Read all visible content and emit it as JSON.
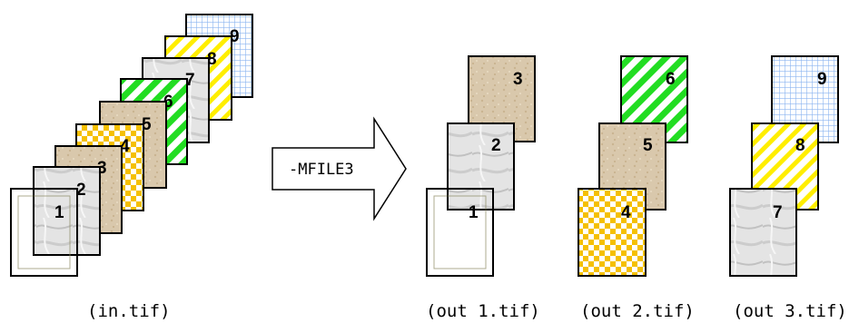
{
  "input": {
    "caption": "(in.tif)",
    "pages": [
      "1",
      "2",
      "3",
      "4",
      "5",
      "6",
      "7",
      "8",
      "9"
    ]
  },
  "arrow": {
    "label": "-MFILE3"
  },
  "outputs": [
    {
      "caption": "(out 1.tif)",
      "pages": [
        "1",
        "2",
        "3"
      ]
    },
    {
      "caption": "(out 2.tif)",
      "pages": [
        "4",
        "5",
        "6"
      ]
    },
    {
      "caption": "(out 3.tif)",
      "pages": [
        "7",
        "8",
        "9"
      ]
    }
  ],
  "colors": {
    "gold": "#f5c000",
    "green": "#22dd22",
    "yellow": "#ffee00",
    "grid_blue": "#8ab4f0",
    "paper_tan": "#d8c7ab",
    "marble": "#d8d8d8",
    "bevel_dark": "#6b6a4e",
    "bevel_light": "#fffbd0"
  }
}
